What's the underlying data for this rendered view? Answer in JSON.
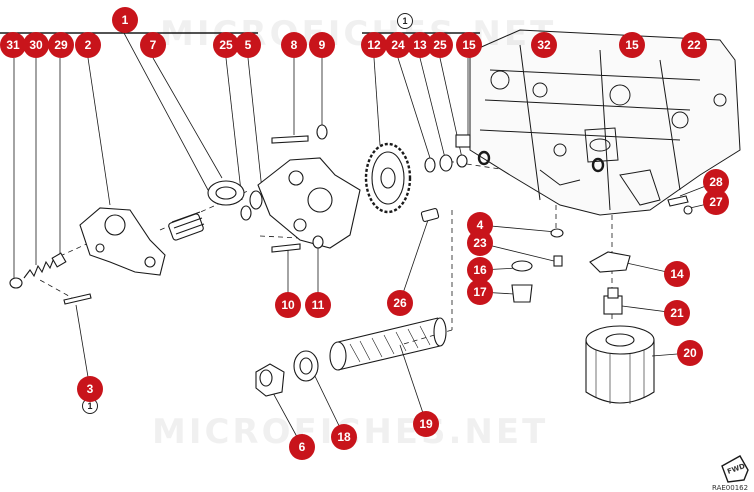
{
  "watermark": "MICROFICHES.NET",
  "diagram_code": "RAE00162",
  "fwd_label": "FWD",
  "info_marks": [
    {
      "id": "info-top",
      "label": "1"
    },
    {
      "id": "info-bottom",
      "label": "1"
    }
  ],
  "callouts": [
    {
      "key": "c1",
      "label": "1"
    },
    {
      "key": "c31",
      "label": "31"
    },
    {
      "key": "c30",
      "label": "30"
    },
    {
      "key": "c29",
      "label": "29"
    },
    {
      "key": "c2",
      "label": "2"
    },
    {
      "key": "c7",
      "label": "7"
    },
    {
      "key": "c25a",
      "label": "25"
    },
    {
      "key": "c5",
      "label": "5"
    },
    {
      "key": "c8",
      "label": "8"
    },
    {
      "key": "c9",
      "label": "9"
    },
    {
      "key": "c12",
      "label": "12"
    },
    {
      "key": "c24",
      "label": "24"
    },
    {
      "key": "c13",
      "label": "13"
    },
    {
      "key": "c25b",
      "label": "25"
    },
    {
      "key": "c15a",
      "label": "15"
    },
    {
      "key": "c32",
      "label": "32"
    },
    {
      "key": "c15b",
      "label": "15"
    },
    {
      "key": "c22",
      "label": "22"
    },
    {
      "key": "c28",
      "label": "28"
    },
    {
      "key": "c27",
      "label": "27"
    },
    {
      "key": "c4",
      "label": "4"
    },
    {
      "key": "c23",
      "label": "23"
    },
    {
      "key": "c16",
      "label": "16"
    },
    {
      "key": "c17",
      "label": "17"
    },
    {
      "key": "c14",
      "label": "14"
    },
    {
      "key": "c21",
      "label": "21"
    },
    {
      "key": "c20",
      "label": "20"
    },
    {
      "key": "c10",
      "label": "10"
    },
    {
      "key": "c11",
      "label": "11"
    },
    {
      "key": "c26",
      "label": "26"
    },
    {
      "key": "c3",
      "label": "3"
    },
    {
      "key": "c6",
      "label": "6"
    },
    {
      "key": "c18",
      "label": "18"
    },
    {
      "key": "c19",
      "label": "19"
    }
  ]
}
